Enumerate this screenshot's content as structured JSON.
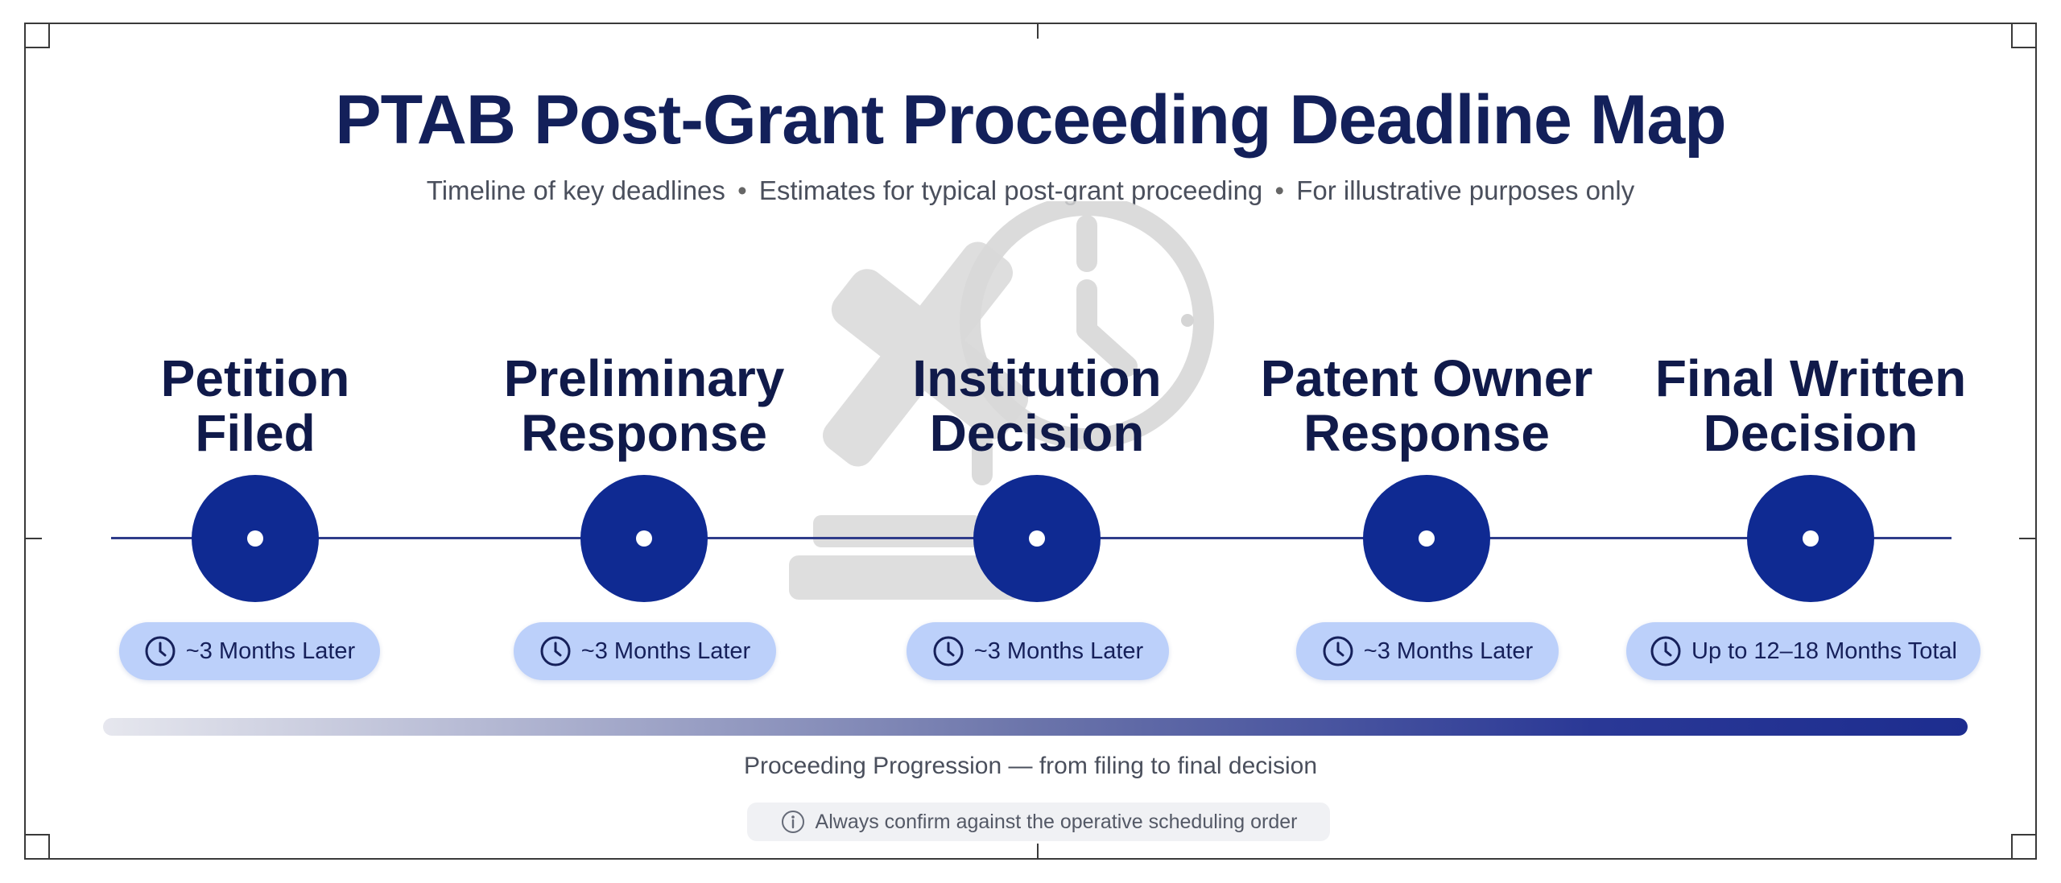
{
  "header": {
    "title": "PTAB Post-Grant Proceeding Deadline Map",
    "subtitle_parts": [
      "Timeline of key deadlines",
      "Estimates for typical post-grant proceeding",
      "For illustrative purposes only"
    ],
    "separator": "•"
  },
  "milestones": [
    {
      "line1": "Petition",
      "line2": "Filed",
      "interval": "~3 Months Later"
    },
    {
      "line1": "Preliminary",
      "line2": "Response",
      "interval": "~3 Months Later"
    },
    {
      "line1": "Institution",
      "line2": "Decision",
      "interval": "~3 Months Later"
    },
    {
      "line1": "Patent Owner",
      "line2": "Response",
      "interval": "~3 Months Later"
    },
    {
      "line1": "Final Written",
      "line2": "Decision",
      "interval": "Up to 12–18 Months Total"
    }
  ],
  "footer": {
    "progress_caption": "Proceeding Progression — from filing to final decision",
    "note": "Always confirm against the operative scheduling order"
  },
  "icons": {
    "watermark": "gavel-magnifier-icon",
    "interval": "clock-icon",
    "note": "info-icon"
  },
  "colors": {
    "title": "#13205a",
    "node": "#0f2a92",
    "pill": "#bcd0fa",
    "track": "#2f3c8a"
  }
}
